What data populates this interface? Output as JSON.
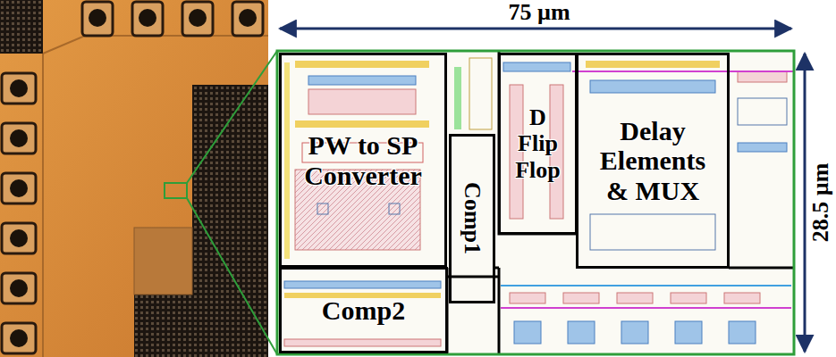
{
  "diagram": {
    "nodes": [
      {
        "text": [
          "PW to SP Converter"
        ]
      },
      {
        "text": [
          "Comp1"
        ]
      },
      {
        "text": [
          "D Flip Flop"
        ]
      },
      {
        "text": [
          "Delay Elements & MUX"
        ]
      },
      {
        "text": [
          "Comp2"
        ]
      }
    ],
    "labels": [
      "75 µm",
      "28.5 µm"
    ]
  }
}
